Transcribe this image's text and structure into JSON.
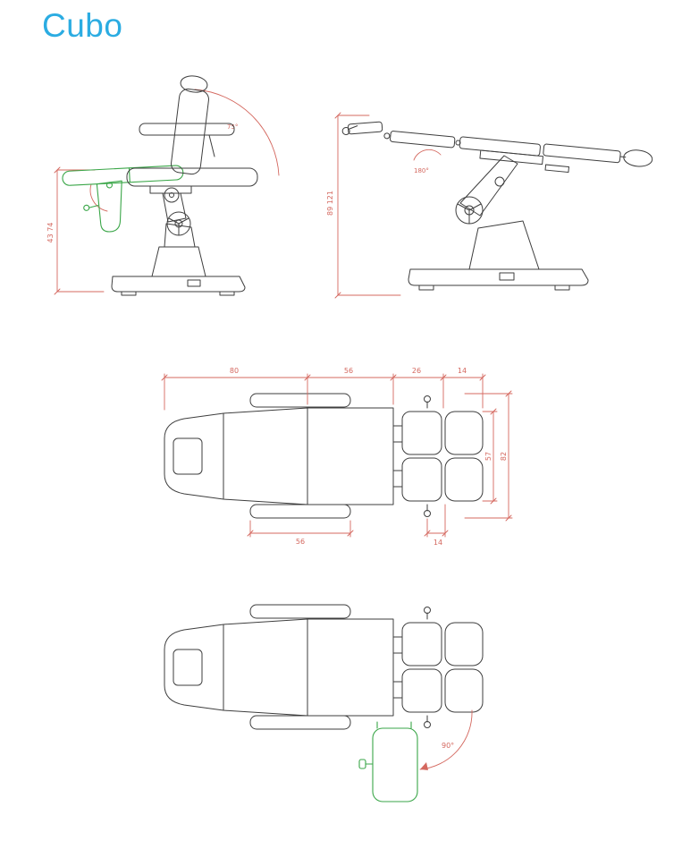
{
  "page": {
    "title": "Cubo"
  },
  "colors": {
    "title": "#2bace2",
    "outline": "#3e3e3e",
    "dimension": "#d4685f",
    "alternate_position": "#3aa648",
    "background": "#ffffff"
  },
  "drawings": {
    "side_upright": {
      "label": "side view, seat raised with footrest folded (alternate position in green)",
      "height_range": "43 74",
      "backrest_angle": "75°"
    },
    "side_reclined": {
      "label": "side view, fully reclined flat position",
      "height_range": "89 121",
      "flat_angle": "180°"
    },
    "top_view_dimensions": {
      "label": "top view with overall dimensions",
      "top_chain": [
        "80",
        "56",
        "26",
        "14"
      ],
      "right_inner": "57",
      "right_outer": "82",
      "bottom_armrest": "56",
      "bottom_offset": "14"
    },
    "top_view_footrest": {
      "label": "top view, footplate rotated (alternate position in green)",
      "rotation_angle": "90°"
    }
  }
}
